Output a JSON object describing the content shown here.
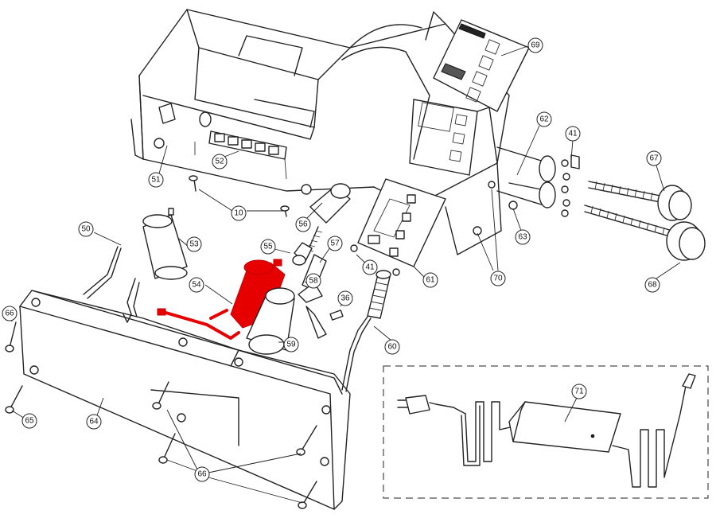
{
  "diagram": {
    "background": "#ffffff",
    "line_color": "#222222",
    "highlight_color": "#e60000",
    "callouts": [
      "69",
      "62",
      "41",
      "67",
      "51",
      "52",
      "10",
      "56",
      "50",
      "53",
      "55",
      "57",
      "41",
      "61",
      "63",
      "68",
      "70",
      "54",
      "58",
      "36",
      "66",
      "59",
      "60",
      "65",
      "64",
      "71",
      "66"
    ]
  }
}
